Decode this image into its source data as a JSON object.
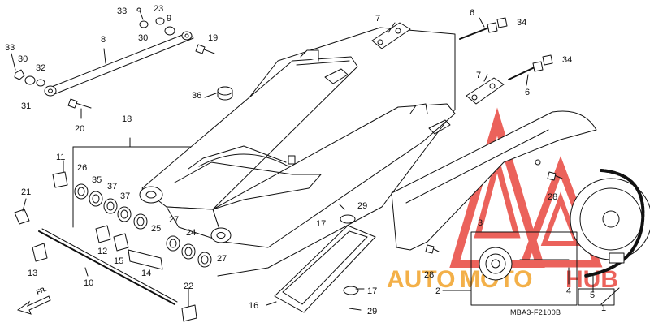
{
  "diagram": {
    "drawing_code": "MBA3-F2100B",
    "direction_label": "FR.",
    "watermark": {
      "text_part1": "AUTO",
      "text_part2": "MOTO",
      "text_part3": "HUB",
      "color_red": "#e8473f",
      "color_orange": "#f2a32a"
    },
    "callouts": [
      {
        "label": "33"
      },
      {
        "label": "23"
      },
      {
        "label": "9"
      },
      {
        "label": "30"
      },
      {
        "label": "19"
      },
      {
        "label": "8"
      },
      {
        "label": "33"
      },
      {
        "label": "30"
      },
      {
        "label": "32"
      },
      {
        "label": "31"
      },
      {
        "label": "20"
      },
      {
        "label": "36"
      },
      {
        "label": "18"
      },
      {
        "label": "11"
      },
      {
        "label": "26"
      },
      {
        "label": "35"
      },
      {
        "label": "37"
      },
      {
        "label": "37"
      },
      {
        "label": "21"
      },
      {
        "label": "25"
      },
      {
        "label": "27"
      },
      {
        "label": "24"
      },
      {
        "label": "27"
      },
      {
        "label": "13"
      },
      {
        "label": "12"
      },
      {
        "label": "15"
      },
      {
        "label": "14"
      },
      {
        "label": "10"
      },
      {
        "label": "22"
      },
      {
        "label": "7"
      },
      {
        "label": "6"
      },
      {
        "label": "34"
      },
      {
        "label": "7"
      },
      {
        "label": "6"
      },
      {
        "label": "34"
      },
      {
        "label": "29"
      },
      {
        "label": "17"
      },
      {
        "label": "16"
      },
      {
        "label": "17"
      },
      {
        "label": "29"
      },
      {
        "label": "3"
      },
      {
        "label": "28"
      },
      {
        "label": "28"
      },
      {
        "label": "2"
      },
      {
        "label": "4"
      },
      {
        "label": "5"
      },
      {
        "label": "1"
      }
    ]
  }
}
